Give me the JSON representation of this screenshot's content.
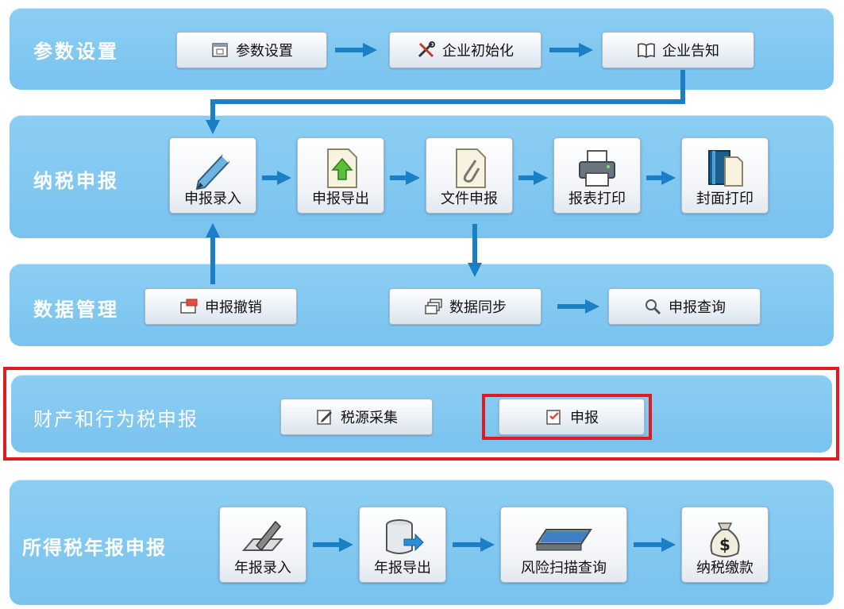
{
  "sections": {
    "params": {
      "title": "参数设置",
      "buttons": [
        "参数设置",
        "企业初始化",
        "企业告知"
      ]
    },
    "tax": {
      "title": "纳税申报",
      "tiles": [
        "申报录入",
        "申报导出",
        "文件申报",
        "报表打印",
        "封面打印"
      ]
    },
    "data": {
      "title": "数据管理",
      "buttons": [
        "申报撤销",
        "数据同步",
        "申报查询"
      ]
    },
    "property": {
      "title": "财产和行为税申报",
      "buttons": [
        "税源采集",
        "申报"
      ]
    },
    "annual": {
      "title": "所得税年报申报",
      "tiles": [
        "年报录入",
        "年报导出",
        "风险扫描查询",
        "纳税缴款"
      ]
    }
  },
  "colors": {
    "panel": "#80c8f1",
    "arrow": "#1a7fc4",
    "highlight": "#e11a22"
  }
}
